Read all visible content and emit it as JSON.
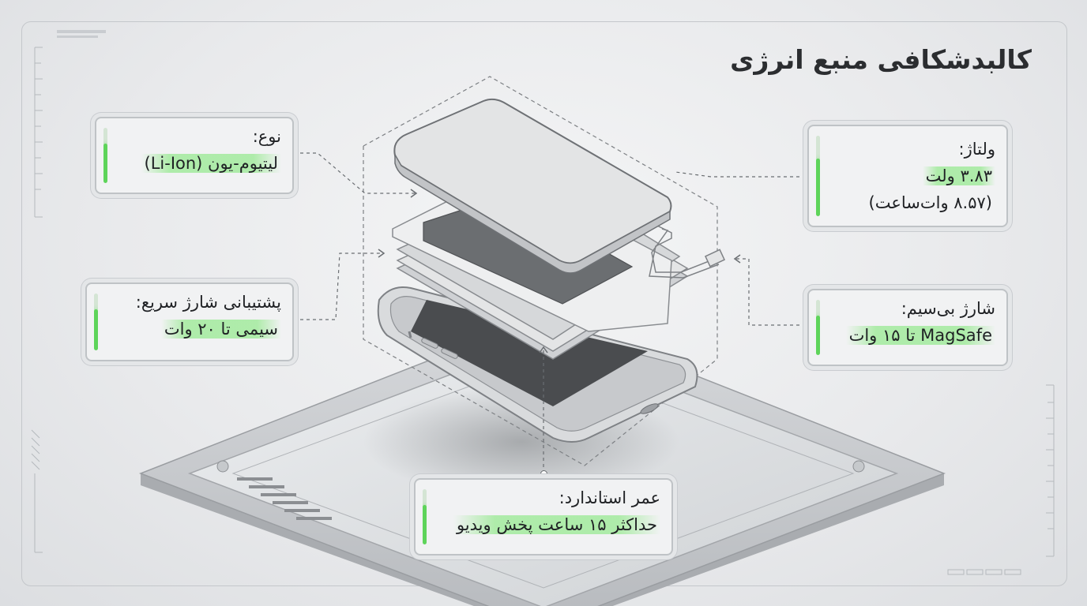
{
  "title": "کالبدشکافی منبع انرژی",
  "cards": {
    "type": {
      "label": "نوع:",
      "value": "لیتیوم-یون (Li-Ion)"
    },
    "voltage": {
      "label": "ولتاژ:",
      "value": "۳.۸۳ ولت",
      "value2": "(۸.۵۷ وات‌ساعت)"
    },
    "fast_charge": {
      "label": "پشتیبانی شارژ سریع:",
      "value": "سیمی تا ۲۰ وات"
    },
    "wireless": {
      "label": "شارژ بی‌سیم:",
      "value": "MagSafe تا ۱۵ وات"
    },
    "battery_life": {
      "label": "عمر استاندارد:",
      "value": "حداکثر ۱۵ ساعت پخش ویدیو"
    }
  },
  "colors": {
    "accent": "#5ed45a",
    "text": "#1f2124",
    "frame": "#c4c7cb"
  },
  "icons": [
    "battery-level-icon"
  ]
}
